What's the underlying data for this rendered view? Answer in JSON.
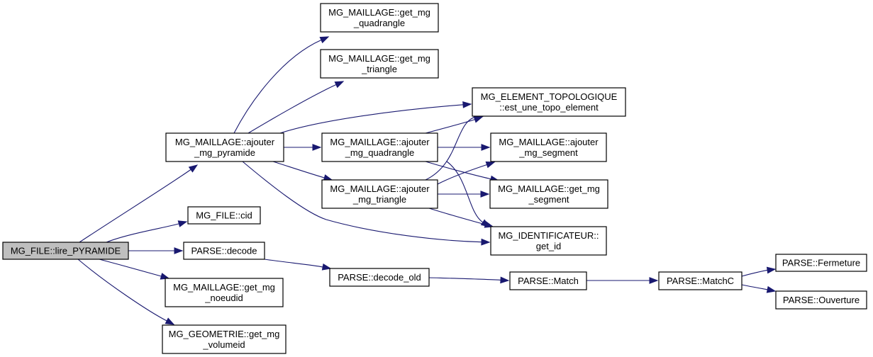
{
  "graph": {
    "type": "call-graph",
    "root": "lire_pyramide",
    "colors": {
      "edge": "#191970",
      "root_fill": "#bfbfbf",
      "node_fill": "#ffffff",
      "border": "#000000"
    },
    "nodes": {
      "lire_pyramide": {
        "lines": [
          "MG_FILE::lire_PYRAMIDE"
        ],
        "root": true
      },
      "ajouter_mg_pyramide": {
        "lines": [
          "MG_MAILLAGE::ajouter",
          "_mg_pyramide"
        ]
      },
      "cid": {
        "lines": [
          "MG_FILE::cid"
        ]
      },
      "decode": {
        "lines": [
          "PARSE::decode"
        ]
      },
      "get_mg_noeudid": {
        "lines": [
          "MG_MAILLAGE::get_mg",
          "_noeudid"
        ]
      },
      "get_mg_volumeid": {
        "lines": [
          "MG_GEOMETRIE::get_mg",
          "_volumeid"
        ]
      },
      "get_mg_quadrangle": {
        "lines": [
          "MG_MAILLAGE::get_mg",
          "_quadrangle"
        ]
      },
      "get_mg_triangle": {
        "lines": [
          "MG_MAILLAGE::get_mg",
          "_triangle"
        ]
      },
      "ajouter_mg_quadrangle": {
        "lines": [
          "MG_MAILLAGE::ajouter",
          "_mg_quadrangle"
        ]
      },
      "ajouter_mg_triangle": {
        "lines": [
          "MG_MAILLAGE::ajouter",
          "_mg_triangle"
        ]
      },
      "est_une_topo_element": {
        "lines": [
          "MG_ELEMENT_TOPOLOGIQUE",
          "::est_une_topo_element"
        ]
      },
      "ajouter_mg_segment": {
        "lines": [
          "MG_MAILLAGE::ajouter",
          "_mg_segment"
        ]
      },
      "get_mg_segment": {
        "lines": [
          "MG_MAILLAGE::get_mg",
          "_segment"
        ]
      },
      "get_id": {
        "lines": [
          "MG_IDENTIFICATEUR::",
          "get_id"
        ]
      },
      "decode_old": {
        "lines": [
          "PARSE::decode_old"
        ]
      },
      "match": {
        "lines": [
          "PARSE::Match"
        ]
      },
      "matchc": {
        "lines": [
          "PARSE::MatchC"
        ]
      },
      "fermeture": {
        "lines": [
          "PARSE::Fermeture"
        ]
      },
      "ouverture": {
        "lines": [
          "PARSE::Ouverture"
        ]
      }
    },
    "edges": [
      [
        "lire_pyramide",
        "ajouter_mg_pyramide"
      ],
      [
        "lire_pyramide",
        "cid"
      ],
      [
        "lire_pyramide",
        "decode"
      ],
      [
        "lire_pyramide",
        "get_mg_noeudid"
      ],
      [
        "lire_pyramide",
        "get_mg_volumeid"
      ],
      [
        "ajouter_mg_pyramide",
        "get_mg_quadrangle"
      ],
      [
        "ajouter_mg_pyramide",
        "get_mg_triangle"
      ],
      [
        "ajouter_mg_pyramide",
        "est_une_topo_element"
      ],
      [
        "ajouter_mg_pyramide",
        "ajouter_mg_quadrangle"
      ],
      [
        "ajouter_mg_pyramide",
        "ajouter_mg_triangle"
      ],
      [
        "ajouter_mg_pyramide",
        "get_id"
      ],
      [
        "ajouter_mg_quadrangle",
        "est_une_topo_element"
      ],
      [
        "ajouter_mg_quadrangle",
        "ajouter_mg_segment"
      ],
      [
        "ajouter_mg_quadrangle",
        "get_mg_segment"
      ],
      [
        "ajouter_mg_quadrangle",
        "get_id"
      ],
      [
        "ajouter_mg_triangle",
        "est_une_topo_element"
      ],
      [
        "ajouter_mg_triangle",
        "ajouter_mg_segment"
      ],
      [
        "ajouter_mg_triangle",
        "get_mg_segment"
      ],
      [
        "ajouter_mg_triangle",
        "get_id"
      ],
      [
        "decode",
        "decode_old"
      ],
      [
        "decode_old",
        "match"
      ],
      [
        "match",
        "matchc"
      ],
      [
        "matchc",
        "fermeture"
      ],
      [
        "matchc",
        "ouverture"
      ]
    ]
  }
}
